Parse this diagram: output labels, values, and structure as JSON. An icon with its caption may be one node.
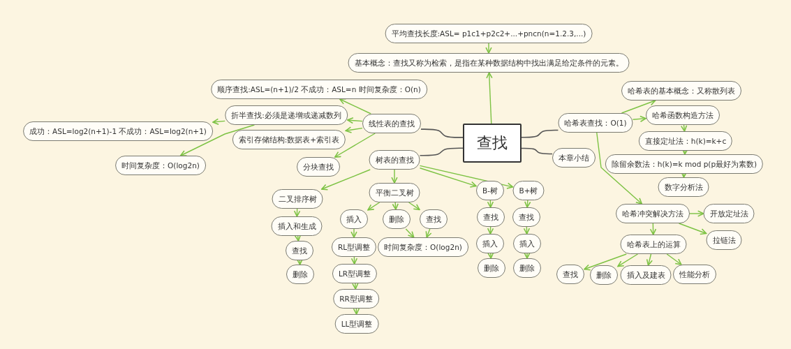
{
  "diagram": {
    "nodes": [
      {
        "text": [
          "查找"
        ]
      },
      {
        "text": [
          "平均查找长度:ASL= p1c1+p2c2+...+pncn(n=1.2.3,...)"
        ]
      },
      {
        "text": [
          "基本概念：查找又称为检索，是指在某种数据结构中找出满足给定条件的元素。"
        ]
      },
      {
        "text": [
          "线性表的查找"
        ]
      },
      {
        "text": [
          "顺序查找:ASL=(n+1)/2 不成功：ASL=n 时间复杂度：O(n)"
        ]
      },
      {
        "text": [
          "折半查找:必须是递增或递减数列"
        ]
      },
      {
        "text": [
          "成功：ASL=log2(n+1)-1 不成功：ASL=log2(n+1)"
        ]
      },
      {
        "text": [
          "索引存储结构:数据表+索引表"
        ]
      },
      {
        "text": [
          "时间复杂度：O(log2n)"
        ]
      },
      {
        "text": [
          "分块查找"
        ]
      },
      {
        "text": [
          "树表的查找"
        ]
      },
      {
        "text": [
          "二叉排序树"
        ]
      },
      {
        "text": [
          "插入和生成"
        ]
      },
      {
        "text": [
          "查找"
        ]
      },
      {
        "text": [
          "删除"
        ]
      },
      {
        "text": [
          "平衡二叉树"
        ]
      },
      {
        "text": [
          "插入"
        ]
      },
      {
        "text": [
          "删除"
        ]
      },
      {
        "text": [
          "查找"
        ]
      },
      {
        "text": [
          "RL型调整"
        ]
      },
      {
        "text": [
          "时间复杂度：O(log2n)"
        ]
      },
      {
        "text": [
          "LR型调整"
        ]
      },
      {
        "text": [
          "RR型调整"
        ]
      },
      {
        "text": [
          "LL型调整"
        ]
      },
      {
        "text": [
          "B-树"
        ]
      },
      {
        "text": [
          "查找"
        ]
      },
      {
        "text": [
          "插入"
        ]
      },
      {
        "text": [
          "删除"
        ]
      },
      {
        "text": [
          "B+树"
        ]
      },
      {
        "text": [
          "查找"
        ]
      },
      {
        "text": [
          "插入"
        ]
      },
      {
        "text": [
          "删除"
        ]
      },
      {
        "text": [
          "哈希表查找：O(1)"
        ]
      },
      {
        "text": [
          "本章小结"
        ]
      },
      {
        "text": [
          "哈希表的基本概念：又称散列表"
        ]
      },
      {
        "text": [
          "哈希函数构造方法"
        ]
      },
      {
        "text": [
          "直接定址法：h(k)=k+c"
        ]
      },
      {
        "text": [
          "除留余数法：h(k)=k mod p(p最好为素数)"
        ]
      },
      {
        "text": [
          "数字分析法"
        ]
      },
      {
        "text": [
          "哈希冲突解决方法"
        ]
      },
      {
        "text": [
          "开放定址法"
        ]
      },
      {
        "text": [
          "拉链法"
        ]
      },
      {
        "text": [
          "哈希表上的运算"
        ]
      },
      {
        "text": [
          "查找"
        ]
      },
      {
        "text": [
          "删除"
        ]
      },
      {
        "text": [
          "插入及建表"
        ]
      },
      {
        "text": [
          "性能分析"
        ]
      }
    ],
    "edges": [
      {
        "from": 1,
        "to": 2,
        "arrow": "to"
      },
      {
        "from": 0,
        "to": 2,
        "arrow": "to"
      },
      {
        "from": 0,
        "to": 3,
        "arrow": "none",
        "color": "#555555"
      },
      {
        "from": 0,
        "to": 10,
        "arrow": "none",
        "color": "#555555"
      },
      {
        "from": 0,
        "to": 32,
        "arrow": "none",
        "color": "#555555"
      },
      {
        "from": 0,
        "to": 33,
        "arrow": "none",
        "color": "#555555"
      },
      {
        "from": 3,
        "to": 4,
        "arrow": "to"
      },
      {
        "from": 3,
        "to": 5,
        "arrow": "to"
      },
      {
        "from": 3,
        "to": 7,
        "arrow": "to"
      },
      {
        "from": 3,
        "to": 9,
        "arrow": "to"
      },
      {
        "from": 5,
        "to": 6,
        "arrow": "to"
      },
      {
        "from": 5,
        "to": 8,
        "arrow": "to"
      },
      {
        "from": 10,
        "to": 11,
        "arrow": "to"
      },
      {
        "from": 10,
        "to": 15,
        "arrow": "to"
      },
      {
        "from": 10,
        "to": 24,
        "arrow": "to"
      },
      {
        "from": 10,
        "to": 28,
        "arrow": "to"
      },
      {
        "from": 11,
        "to": 12,
        "arrow": "to"
      },
      {
        "from": 12,
        "to": 13,
        "arrow": "to"
      },
      {
        "from": 13,
        "to": 14,
        "arrow": "to"
      },
      {
        "from": 15,
        "to": 16,
        "arrow": "to"
      },
      {
        "from": 15,
        "to": 17,
        "arrow": "to"
      },
      {
        "from": 15,
        "to": 18,
        "arrow": "to"
      },
      {
        "from": 16,
        "to": 19,
        "arrow": "to"
      },
      {
        "from": 19,
        "to": 21,
        "arrow": "to"
      },
      {
        "from": 21,
        "to": 22,
        "arrow": "to"
      },
      {
        "from": 22,
        "to": 23,
        "arrow": "to"
      },
      {
        "from": 17,
        "to": 20,
        "arrow": "to"
      },
      {
        "from": 18,
        "to": 20,
        "arrow": "to"
      },
      {
        "from": 24,
        "to": 25,
        "arrow": "to"
      },
      {
        "from": 25,
        "to": 26,
        "arrow": "to"
      },
      {
        "from": 26,
        "to": 27,
        "arrow": "to"
      },
      {
        "from": 28,
        "to": 29,
        "arrow": "to"
      },
      {
        "from": 29,
        "to": 30,
        "arrow": "to"
      },
      {
        "from": 30,
        "to": 31,
        "arrow": "to"
      },
      {
        "from": 32,
        "to": 34,
        "arrow": "to"
      },
      {
        "from": 32,
        "to": 35,
        "arrow": "to"
      },
      {
        "from": 35,
        "to": 36,
        "arrow": "to"
      },
      {
        "from": 36,
        "to": 37,
        "arrow": "to"
      },
      {
        "from": 37,
        "to": 38,
        "arrow": "to"
      },
      {
        "from": 32,
        "to": 39,
        "arrow": "to"
      },
      {
        "from": 39,
        "to": 40,
        "arrow": "to"
      },
      {
        "from": 39,
        "to": 41,
        "arrow": "to"
      },
      {
        "from": 39,
        "to": 42,
        "arrow": "to"
      },
      {
        "from": 42,
        "to": 43,
        "arrow": "to"
      },
      {
        "from": 42,
        "to": 44,
        "arrow": "to"
      },
      {
        "from": 42,
        "to": 45,
        "arrow": "to"
      },
      {
        "from": 42,
        "to": 46,
        "arrow": "to"
      }
    ]
  }
}
